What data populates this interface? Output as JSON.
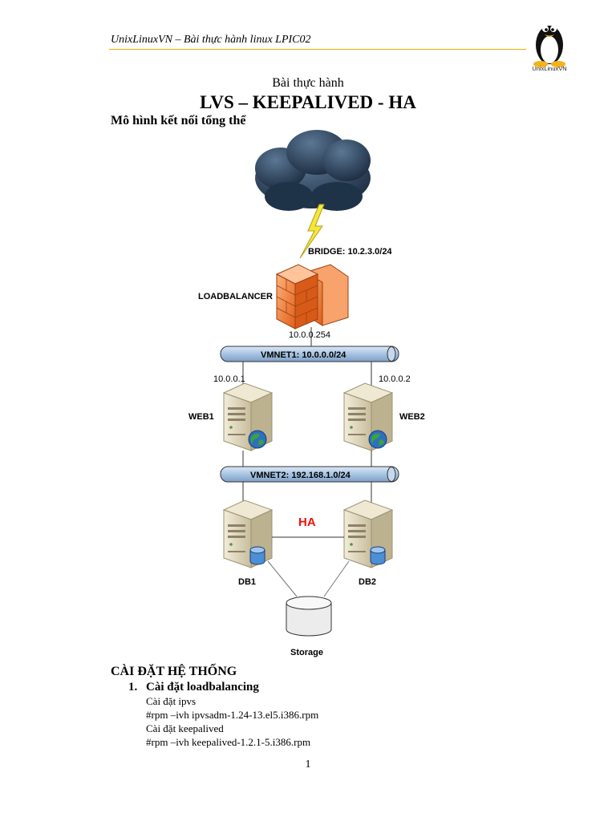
{
  "header": {
    "text": "UnixLinuxVN – Bài thực hành linux LPIC02",
    "logo_text": "UnixLinuxVN",
    "line_color": "#e8b000"
  },
  "document": {
    "subtitle": "Bài thực hành",
    "title": "LVS – KEEPALIVED - HA",
    "section_heading": "Mô hình kết nối tổng thể",
    "install_heading": "CÀI ĐẶT HỆ THỐNG",
    "step": {
      "number": "1.",
      "title": "Cài đặt loadbalancing",
      "lines": [
        "Cài đặt ipvs",
        "#rpm –ivh ipvsadm-1.24-13.el5.i386.rpm",
        "Cài đặt keepalived",
        "#rpm –ivh keepalived-1.2.1-5.i386.rpm"
      ]
    },
    "page_number": "1"
  },
  "diagram": {
    "bridge_label": "BRIDGE: 10.2.3.0/24",
    "loadbalancer_label": "LOADBALANCER",
    "lb_ip": "10.0.0.254",
    "vmnet1_label": "VMNET1: 10.0.0.0/24",
    "web1_ip": "10.0.0.1",
    "web2_ip": "10.0.0.2",
    "web1_label": "WEB1",
    "web2_label": "WEB2",
    "vmnet2_label": "VMNET2: 192.168.1.0/24",
    "ha_label": "HA",
    "db1_label": "DB1",
    "db2_label": "DB2",
    "storage_label": "Storage",
    "colors": {
      "cloud": "#1e3248",
      "firewall": "#f07830",
      "bus": "#a8c4e2",
      "ha": "#ee1111",
      "server": "#ddd4b8"
    }
  }
}
